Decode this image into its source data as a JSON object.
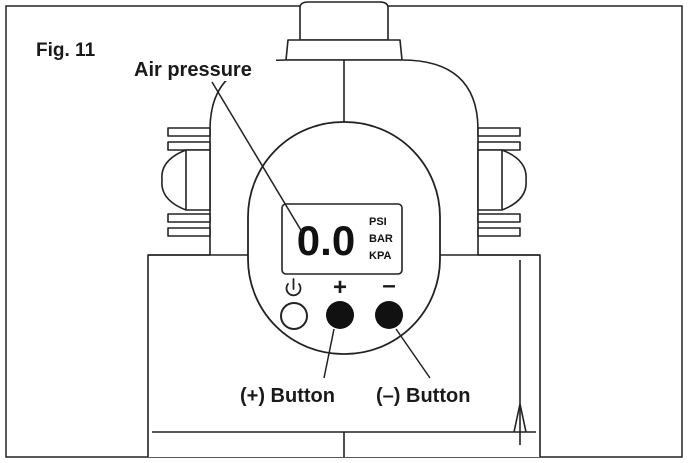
{
  "figure": {
    "label": "Fig. 11",
    "callouts": {
      "air_pressure": "Air pressure",
      "plus_button": "(+) Button",
      "minus_button": "(–) Button"
    }
  },
  "display": {
    "value": "0.0",
    "units": [
      "PSI",
      "BAR",
      "KPA"
    ]
  },
  "controls": {
    "plus_symbol": "+",
    "minus_symbol": "–"
  },
  "icons": {
    "power": "power-icon"
  }
}
